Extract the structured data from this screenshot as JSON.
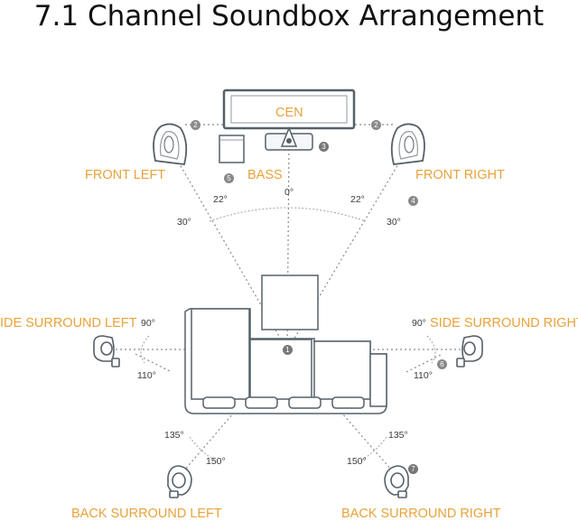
{
  "title": "7.1 Channel Soundbox Arrangement",
  "colors": {
    "label": "#e8a23a",
    "line": "#8a8a8a",
    "furniture": "#8f9aa0",
    "badge": "#777777"
  },
  "labels": {
    "cen": "CEN",
    "bass": "BASS",
    "front_left": "FRONT LEFT",
    "front_right": "FRONT RIGHT",
    "side_surround_left": "IDE SURROUND LEFT",
    "side_surround_right": "SIDE SURROUND RIGHT",
    "back_surround_left": "BACK SURROUND LEFT",
    "back_surround_right": "BACK SURROUND RIGHT"
  },
  "angles": {
    "front_center": "0°",
    "front_left_inner": "22°",
    "front_left_outer": "30°",
    "front_right_inner": "22°",
    "front_right_outer": "30°",
    "side_left_90": "90°",
    "side_left_110": "110°",
    "side_right_90": "90°",
    "side_right_110": "110°",
    "back_left_135": "135°",
    "back_left_150": "150°",
    "back_right_135": "135°",
    "back_right_150": "150°"
  },
  "badges": {
    "listener": "1",
    "front_left": "2",
    "front_right": "2",
    "center": "3",
    "front_right_marker": "4",
    "subwoofer": "5",
    "side_right": "6",
    "back_right": "7"
  }
}
